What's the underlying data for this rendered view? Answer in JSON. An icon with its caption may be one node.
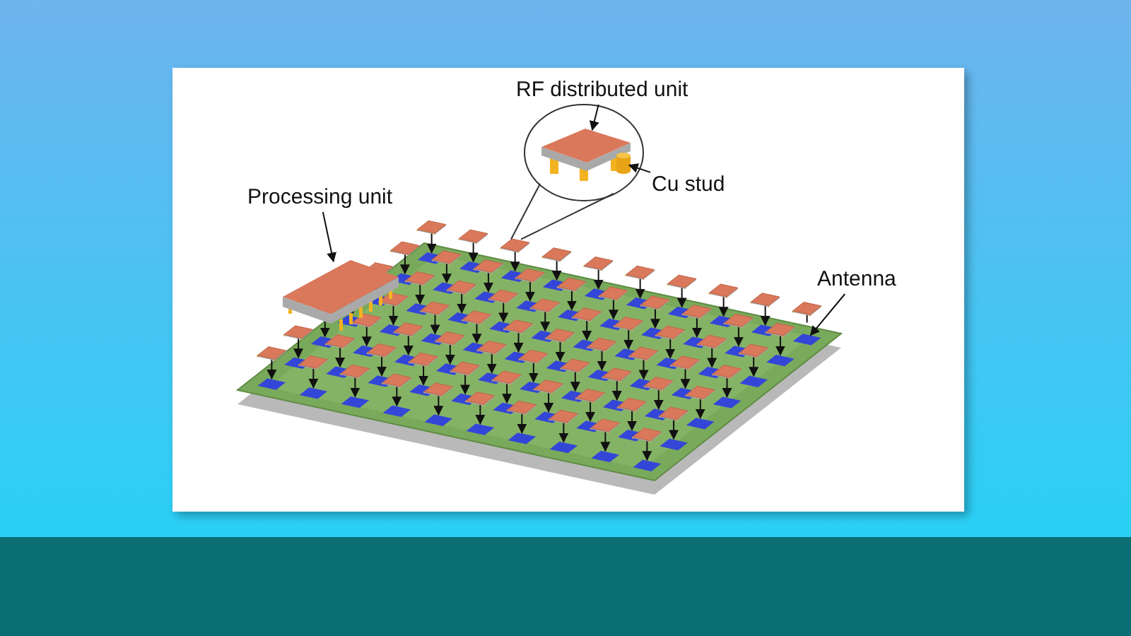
{
  "diagram": {
    "nodes": [
      {
        "text": [
          "RF distributed unit"
        ]
      },
      {
        "text": [
          "Processing unit"
        ]
      },
      {
        "text": [
          "Cu stud"
        ]
      },
      {
        "text": [
          "Antenna"
        ]
      },
      {
        "text": [],
        "shape": "picture"
      },
      {
        "text": [],
        "shape": "picture"
      },
      {
        "text": [],
        "shape": "cylinder"
      },
      {
        "text": [],
        "shape": "picture"
      }
    ],
    "edges": [
      {
        "from": 0,
        "to": 4,
        "arrow": "to"
      },
      {
        "from": 1,
        "to": 5,
        "arrow": "to"
      },
      {
        "from": 2,
        "to": 6,
        "arrow": "to"
      },
      {
        "from": 3,
        "to": 7,
        "arrow": "to"
      }
    ]
  }
}
